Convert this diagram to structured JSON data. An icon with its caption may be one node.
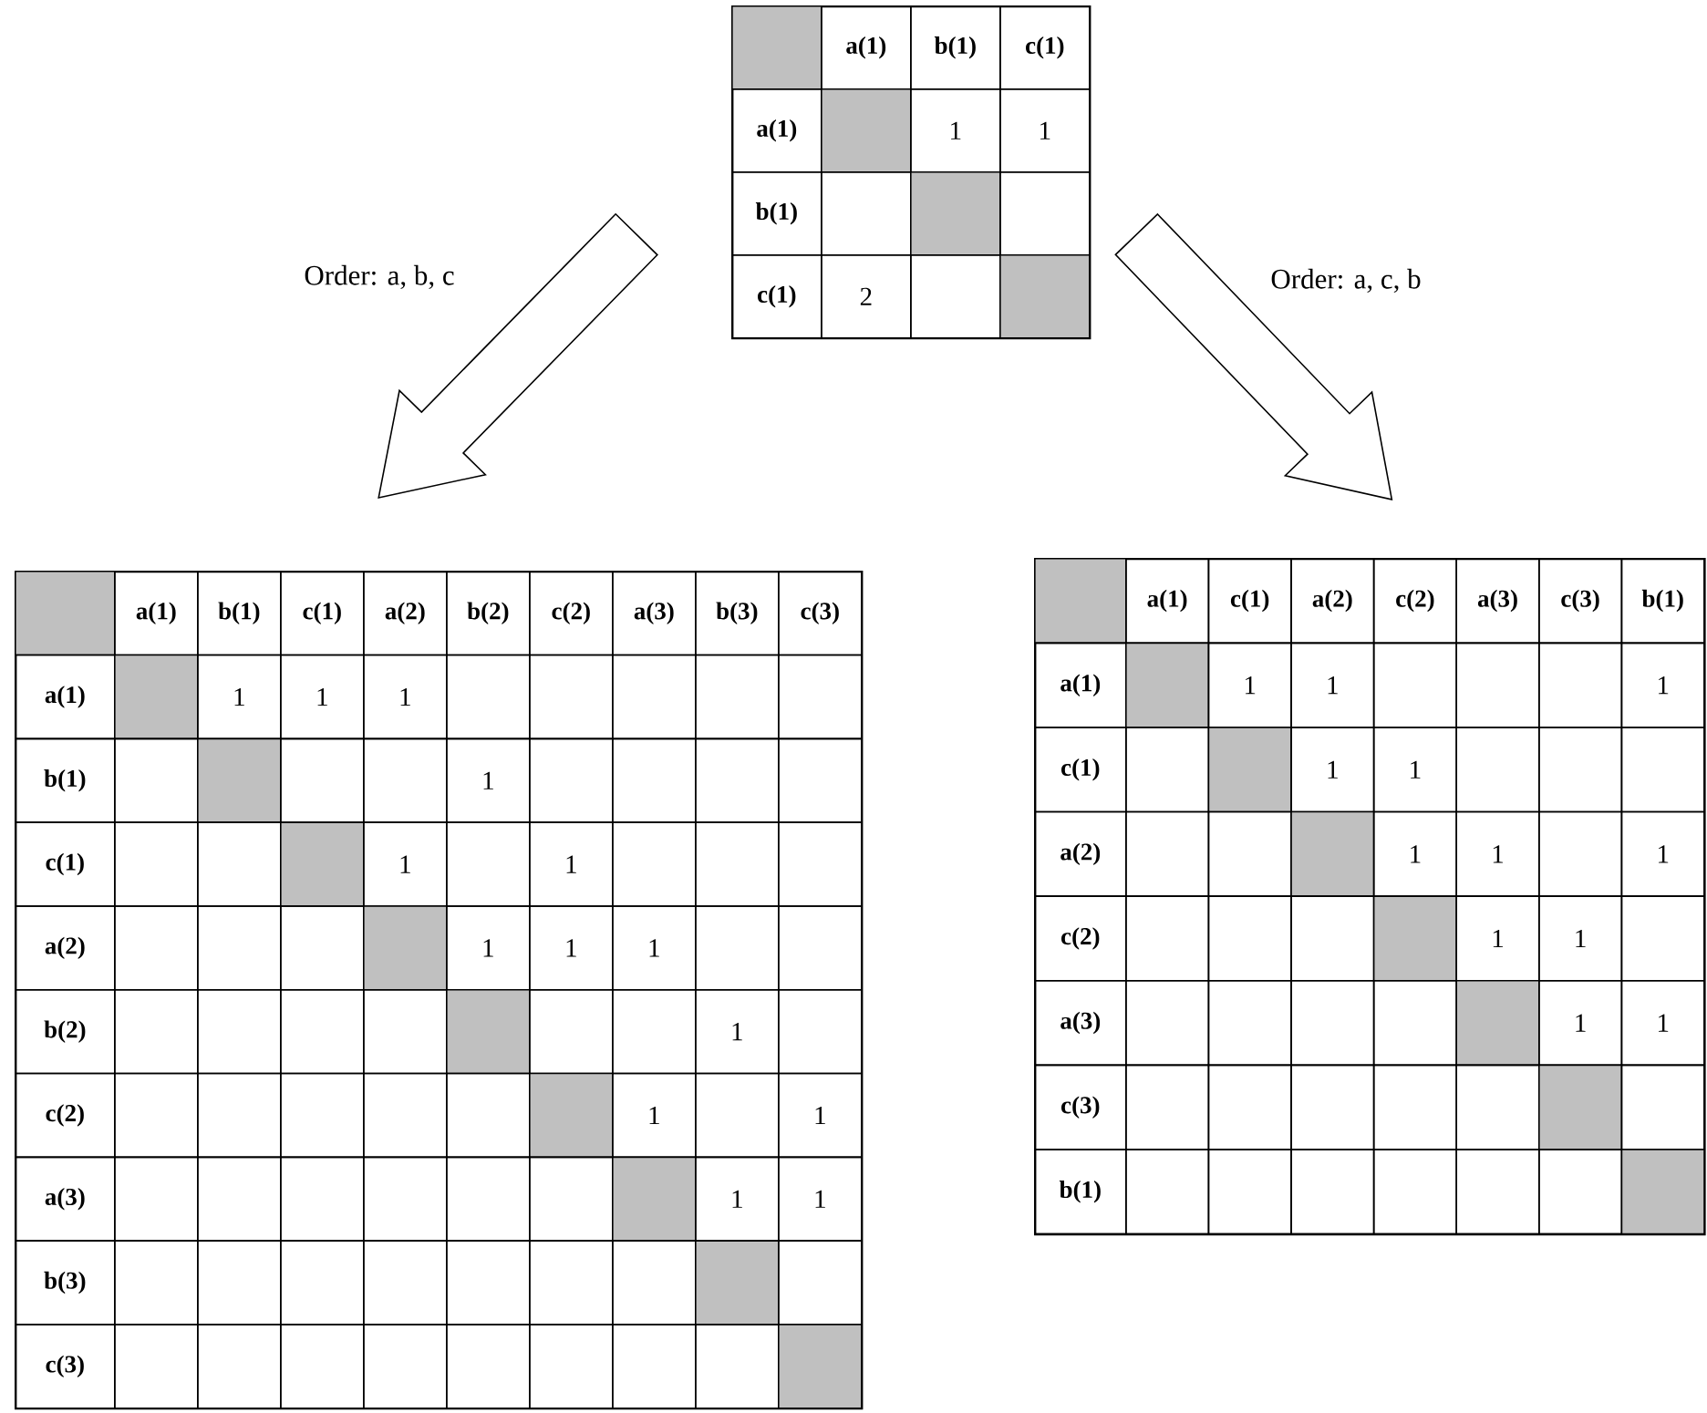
{
  "diagram": {
    "nodes": [
      {
        "text": [],
        "shape": "box"
      },
      {
        "text": [],
        "shape": "box",
        "in": 0
      },
      {
        "text": [
          "a(1)"
        ],
        "in": 0
      },
      {
        "text": [
          "b(1)"
        ],
        "in": 0
      },
      {
        "text": [
          "c(1)"
        ],
        "in": 0
      },
      {
        "text": [
          "a(1)"
        ],
        "in": 0
      },
      {
        "text": [],
        "shape": "box",
        "in": 0
      },
      {
        "text": [
          "1"
        ],
        "in": 0
      },
      {
        "text": [
          "1"
        ],
        "in": 0
      },
      {
        "text": [
          "b(1)"
        ],
        "in": 0
      },
      {
        "text": [],
        "shape": "box",
        "in": 0
      },
      {
        "text": [],
        "shape": "box",
        "in": 0
      },
      {
        "text": [],
        "shape": "box",
        "in": 0
      },
      {
        "text": [
          "c(1)"
        ],
        "in": 0
      },
      {
        "text": [
          "2"
        ],
        "in": 0
      },
      {
        "text": [],
        "shape": "box",
        "in": 0
      },
      {
        "text": [],
        "shape": "box",
        "in": 0
      },
      {
        "text": [],
        "shape": "box"
      },
      {
        "text": [],
        "shape": "box",
        "in": 17
      },
      {
        "text": [
          "a(1)"
        ],
        "in": 17
      },
      {
        "text": [
          "b(1)"
        ],
        "in": 17
      },
      {
        "text": [
          "c(1)"
        ],
        "in": 17
      },
      {
        "text": [
          "a(2)"
        ],
        "in": 17
      },
      {
        "text": [
          "b(2)"
        ],
        "in": 17
      },
      {
        "text": [
          "c(2)"
        ],
        "in": 17
      },
      {
        "text": [
          "a(3)"
        ],
        "in": 17
      },
      {
        "text": [
          "b(3)"
        ],
        "in": 17
      },
      {
        "text": [
          "c(3)"
        ],
        "in": 17
      },
      {
        "text": [
          "a(1)"
        ],
        "in": 17
      },
      {
        "text": [],
        "shape": "box",
        "in": 17
      },
      {
        "text": [
          "1"
        ],
        "in": 17
      },
      {
        "text": [
          "1"
        ],
        "in": 17
      },
      {
        "text": [
          "1"
        ],
        "in": 17
      },
      {
        "text": [],
        "shape": "box",
        "in": 17
      },
      {
        "text": [],
        "shape": "box",
        "in": 17
      },
      {
        "text": [],
        "shape": "box",
        "in": 17
      },
      {
        "text": [],
        "shape": "box",
        "in": 17
      },
      {
        "text": [],
        "shape": "box",
        "in": 17
      },
      {
        "text": [
          "b(1)"
        ],
        "in": 17
      },
      {
        "text": [],
        "shape": "box",
        "in": 17
      },
      {
        "text": [],
        "shape": "box",
        "in": 17
      },
      {
        "text": [],
        "shape": "box",
        "in": 17
      },
      {
        "text": [],
        "shape": "box",
        "in": 17
      },
      {
        "text": [
          "1"
        ],
        "in": 17
      },
      {
        "text": [],
        "shape": "box",
        "in": 17
      },
      {
        "text": [],
        "shape": "box",
        "in": 17
      },
      {
        "text": [],
        "shape": "box",
        "in": 17
      },
      {
        "text": [],
        "shape": "box",
        "in": 17
      },
      {
        "text": [
          "c(1)"
        ],
        "in": 17
      },
      {
        "text": [],
        "shape": "box",
        "in": 17
      },
      {
        "text": [],
        "shape": "box",
        "in": 17
      },
      {
        "text": [],
        "shape": "box",
        "in": 17
      },
      {
        "text": [
          "1"
        ],
        "in": 17
      },
      {
        "text": [],
        "shape": "box",
        "in": 17
      },
      {
        "text": [
          "1"
        ],
        "in": 17
      },
      {
        "text": [],
        "shape": "box",
        "in": 17
      },
      {
        "text": [],
        "shape": "box",
        "in": 17
      },
      {
        "text": [],
        "shape": "box",
        "in": 17
      },
      {
        "text": [
          "a(2)"
        ],
        "in": 17
      },
      {
        "text": [],
        "shape": "box",
        "in": 17
      },
      {
        "text": [],
        "shape": "box",
        "in": 17
      },
      {
        "text": [],
        "shape": "box",
        "in": 17
      },
      {
        "text": [],
        "shape": "box",
        "in": 17
      },
      {
        "text": [
          "1"
        ],
        "in": 17
      },
      {
        "text": [
          "1"
        ],
        "in": 17
      },
      {
        "text": [
          "1"
        ],
        "in": 17
      },
      {
        "text": [],
        "shape": "box",
        "in": 17
      },
      {
        "text": [],
        "shape": "box",
        "in": 17
      },
      {
        "text": [
          "b(2)"
        ],
        "in": 17
      },
      {
        "text": [],
        "shape": "box",
        "in": 17
      },
      {
        "text": [],
        "shape": "box",
        "in": 17
      },
      {
        "text": [],
        "shape": "box",
        "in": 17
      },
      {
        "text": [],
        "shape": "box",
        "in": 17
      },
      {
        "text": [],
        "shape": "box",
        "in": 17
      },
      {
        "text": [],
        "shape": "box",
        "in": 17
      },
      {
        "text": [],
        "shape": "box",
        "in": 17
      },
      {
        "text": [
          "1"
        ],
        "in": 17
      },
      {
        "text": [],
        "shape": "box",
        "in": 17
      },
      {
        "text": [
          "c(2)"
        ],
        "in": 17
      },
      {
        "text": [],
        "shape": "box",
        "in": 17
      },
      {
        "text": [],
        "shape": "box",
        "in": 17
      },
      {
        "text": [],
        "shape": "box",
        "in": 17
      },
      {
        "text": [],
        "shape": "box",
        "in": 17
      },
      {
        "text": [],
        "shape": "box",
        "in": 17
      },
      {
        "text": [],
        "shape": "box",
        "in": 17
      },
      {
        "text": [
          "1"
        ],
        "in": 17
      },
      {
        "text": [],
        "shape": "box",
        "in": 17
      },
      {
        "text": [
          "1"
        ],
        "in": 17
      },
      {
        "text": [
          "a(3)"
        ],
        "in": 17
      },
      {
        "text": [],
        "shape": "box",
        "in": 17
      },
      {
        "text": [],
        "shape": "box",
        "in": 17
      },
      {
        "text": [],
        "shape": "box",
        "in": 17
      },
      {
        "text": [],
        "shape": "box",
        "in": 17
      },
      {
        "text": [],
        "shape": "box",
        "in": 17
      },
      {
        "text": [],
        "shape": "box",
        "in": 17
      },
      {
        "text": [],
        "shape": "box",
        "in": 17
      },
      {
        "text": [
          "1"
        ],
        "in": 17
      },
      {
        "text": [
          "1"
        ],
        "in": 17
      },
      {
        "text": [
          "b(3)"
        ],
        "in": 17
      },
      {
        "text": [],
        "shape": "box",
        "in": 17
      },
      {
        "text": [],
        "shape": "box",
        "in": 17
      },
      {
        "text": [],
        "shape": "box",
        "in": 17
      },
      {
        "text": [],
        "shape": "box",
        "in": 17
      },
      {
        "text": [],
        "shape": "box",
        "in": 17
      },
      {
        "text": [],
        "shape": "box",
        "in": 17
      },
      {
        "text": [],
        "shape": "box",
        "in": 17
      },
      {
        "text": [],
        "shape": "box",
        "in": 17
      },
      {
        "text": [],
        "shape": "box",
        "in": 17
      },
      {
        "text": [
          "c(3)"
        ],
        "in": 17
      },
      {
        "text": [],
        "shape": "box",
        "in": 17
      },
      {
        "text": [],
        "shape": "box",
        "in": 17
      },
      {
        "text": [],
        "shape": "box",
        "in": 17
      },
      {
        "text": [],
        "shape": "box",
        "in": 17
      },
      {
        "text": [],
        "shape": "box",
        "in": 17
      },
      {
        "text": [],
        "shape": "box",
        "in": 17
      },
      {
        "text": [],
        "shape": "box",
        "in": 17
      },
      {
        "text": [],
        "shape": "box",
        "in": 17
      },
      {
        "text": [],
        "shape": "box",
        "in": 17
      },
      {
        "text": [],
        "shape": "box"
      },
      {
        "text": [],
        "shape": "box",
        "in": 118
      },
      {
        "text": [
          "a(1)"
        ],
        "in": 118
      },
      {
        "text": [
          "c(1)"
        ],
        "in": 118
      },
      {
        "text": [
          "a(2)"
        ],
        "in": 118
      },
      {
        "text": [
          "c(2)"
        ],
        "in": 118
      },
      {
        "text": [
          "a(3)"
        ],
        "in": 118
      },
      {
        "text": [
          "c(3)"
        ],
        "in": 118
      },
      {
        "text": [
          "b(1)"
        ],
        "in": 118
      },
      {
        "text": [
          "a(1)"
        ],
        "in": 118
      },
      {
        "text": [],
        "shape": "box",
        "in": 118
      },
      {
        "text": [
          "1"
        ],
        "in": 118
      },
      {
        "text": [
          "1"
        ],
        "in": 118
      },
      {
        "text": [],
        "shape": "box",
        "in": 118
      },
      {
        "text": [],
        "shape": "box",
        "in": 118
      },
      {
        "text": [],
        "shape": "box",
        "in": 118
      },
      {
        "text": [
          "1"
        ],
        "in": 118
      },
      {
        "text": [
          "c(1)"
        ],
        "in": 118
      },
      {
        "text": [],
        "shape": "box",
        "in": 118
      },
      {
        "text": [],
        "shape": "box",
        "in": 118
      },
      {
        "text": [
          "1"
        ],
        "in": 118
      },
      {
        "text": [
          "1"
        ],
        "in": 118
      },
      {
        "text": [],
        "shape": "box",
        "in": 118
      },
      {
        "text": [],
        "shape": "box",
        "in": 118
      },
      {
        "text": [],
        "shape": "box",
        "in": 118
      },
      {
        "text": [
          "a(2)"
        ],
        "in": 118
      },
      {
        "text": [],
        "shape": "box",
        "in": 118
      },
      {
        "text": [],
        "shape": "box",
        "in": 118
      },
      {
        "text": [],
        "shape": "box",
        "in": 118
      },
      {
        "text": [
          "1"
        ],
        "in": 118
      },
      {
        "text": [
          "1"
        ],
        "in": 118
      },
      {
        "text": [],
        "shape": "box",
        "in": 118
      },
      {
        "text": [
          "1"
        ],
        "in": 118
      },
      {
        "text": [
          "c(2)"
        ],
        "in": 118
      },
      {
        "text": [],
        "shape": "box",
        "in": 118
      },
      {
        "text": [],
        "shape": "box",
        "in": 118
      },
      {
        "text": [],
        "shape": "box",
        "in": 118
      },
      {
        "text": [],
        "shape": "box",
        "in": 118
      },
      {
        "text": [
          "1"
        ],
        "in": 118
      },
      {
        "text": [
          "1"
        ],
        "in": 118
      },
      {
        "text": [],
        "shape": "box",
        "in": 118
      },
      {
        "text": [
          "a(3)"
        ],
        "in": 118
      },
      {
        "text": [],
        "shape": "box",
        "in": 118
      },
      {
        "text": [],
        "shape": "box",
        "in": 118
      },
      {
        "text": [],
        "shape": "box",
        "in": 118
      },
      {
        "text": [],
        "shape": "box",
        "in": 118
      },
      {
        "text": [],
        "shape": "box",
        "in": 118
      },
      {
        "text": [
          "1"
        ],
        "in": 118
      },
      {
        "text": [
          "1"
        ],
        "in": 118
      },
      {
        "text": [
          "c(3)"
        ],
        "in": 118
      },
      {
        "text": [],
        "shape": "box",
        "in": 118
      },
      {
        "text": [],
        "shape": "box",
        "in": 118
      },
      {
        "text": [],
        "shape": "box",
        "in": 118
      },
      {
        "text": [],
        "shape": "box",
        "in": 118
      },
      {
        "text": [],
        "shape": "box",
        "in": 118
      },
      {
        "text": [],
        "shape": "box",
        "in": 118
      },
      {
        "text": [],
        "shape": "box",
        "in": 118
      },
      {
        "text": [
          "b(1)"
        ],
        "in": 118
      },
      {
        "text": [],
        "shape": "box",
        "in": 118
      },
      {
        "text": [],
        "shape": "box",
        "in": 118
      },
      {
        "text": [],
        "shape": "box",
        "in": 118
      },
      {
        "text": [],
        "shape": "box",
        "in": 118
      },
      {
        "text": [],
        "shape": "box",
        "in": 118
      },
      {
        "text": [],
        "shape": "box",
        "in": 118
      },
      {
        "text": [],
        "shape": "box",
        "in": 118
      }
    ],
    "edges": [
      {
        "from": 0,
        "to": 17,
        "arrow": "to",
        "label": "Order: a, b, c"
      },
      {
        "from": 0,
        "to": 118,
        "arrow": "to",
        "label": "Order: a, c, b"
      }
    ]
  }
}
